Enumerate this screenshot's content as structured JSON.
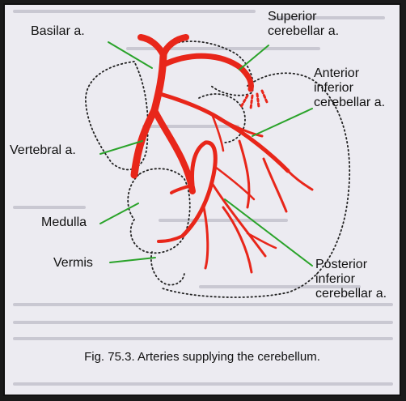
{
  "labels": {
    "basilar": "Basilar a.",
    "superior": "Superior\ncerebellar a.",
    "anterior": "Anterior\ninferior\ncerebellar a.",
    "vertebral": "Vertebral a.",
    "medulla": "Medulla",
    "vermis": "Vermis",
    "posterior": "Posterior\ninferior\ncerebellar a."
  },
  "caption": "Fig. 75.3. Arteries supplying the cerebellum.",
  "colors": {
    "artery": "#e8261a",
    "leader": "#2aa32a",
    "outline": "#222222",
    "background": "#ecebf1"
  }
}
